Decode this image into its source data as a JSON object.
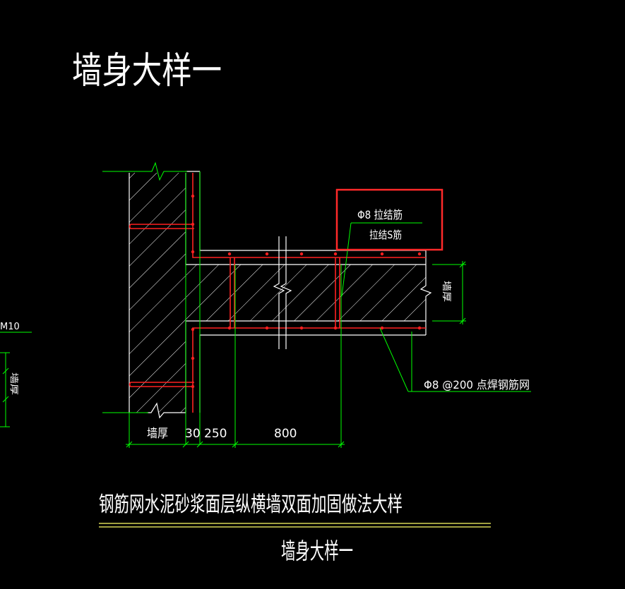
{
  "drawing": {
    "main_title": "墙身大样一",
    "caption": "钢筋网水泥砂浆面层纵横墙双面加固做法大样",
    "sub_title": "墙身大样一",
    "side_label_m10": "M10",
    "side_label_vertical": "墙厚",
    "callout_tie_bar": "Φ8 拉结筋",
    "callout_s_bar": "拉结S筋",
    "callout_mesh": "Φ8 @200 点焊钢筋网",
    "dim_wall_thickness": "墙厚",
    "dim_30": "30",
    "dim_250": "250",
    "dim_800": "800",
    "dim_right_vertical": "墙厚"
  },
  "colors": {
    "background": "#000000",
    "line_white": "#ffffff",
    "line_green": "#00ff00",
    "rebar_red": "#ff2020",
    "highlight_box": "#ff2a2a",
    "underline_yellow": "#ffff66"
  }
}
